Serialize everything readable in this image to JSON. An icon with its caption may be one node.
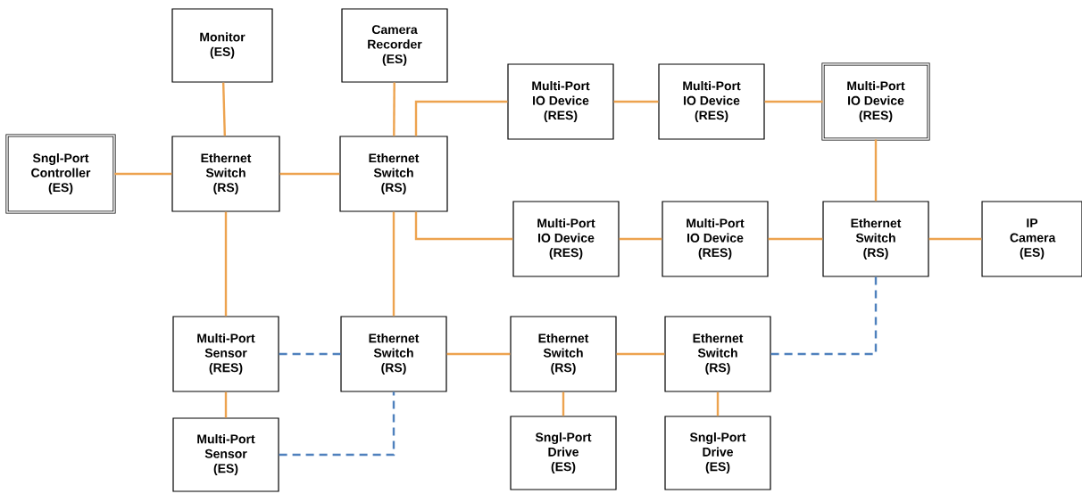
{
  "diagram": {
    "nodes": [
      {
        "text": [
          "Monitor",
          "(ES)"
        ]
      },
      {
        "text": [
          "Camera Recorder",
          "(ES)"
        ]
      },
      {
        "text": [
          "Multi-Port IO Device",
          "(RES)"
        ]
      },
      {
        "text": [
          "Multi-Port IO Device",
          "(RES)"
        ]
      },
      {
        "text": [
          "Multi-Port IO Device",
          "(RES)"
        ]
      },
      {
        "text": [
          "Sngl-Port Controller",
          "(ES)"
        ]
      },
      {
        "text": [
          "Ethernet Switch",
          "(RS)"
        ]
      },
      {
        "text": [
          "Ethernet Switch",
          "(RS)"
        ]
      },
      {
        "text": [
          "Multi-Port IO Device",
          "(RES)"
        ]
      },
      {
        "text": [
          "Multi-Port IO Device",
          "(RES)"
        ]
      },
      {
        "text": [
          "Ethernet Switch",
          "(RS)"
        ]
      },
      {
        "text": [
          "IP Camera",
          "(ES)"
        ]
      },
      {
        "text": [
          "Multi-Port Sensor",
          "(RES)"
        ]
      },
      {
        "text": [
          "Ethernet Switch",
          "(RS)"
        ]
      },
      {
        "text": [
          "Ethernet Switch",
          "(RS)"
        ]
      },
      {
        "text": [
          "Ethernet Switch",
          "(RS)"
        ]
      },
      {
        "text": [
          "Multi-Port Sensor",
          "(ES)"
        ]
      },
      {
        "text": [
          "Sngl-Port Drive",
          "(ES)"
        ]
      },
      {
        "text": [
          "Sngl-Port Drive",
          "(ES)"
        ]
      }
    ],
    "edges": [
      {
        "from": 0,
        "to": 6,
        "arrow": "none"
      },
      {
        "from": 5,
        "to": 6,
        "arrow": "none"
      },
      {
        "from": 6,
        "to": 7,
        "arrow": "none"
      },
      {
        "from": 1,
        "to": 7,
        "arrow": "none"
      },
      {
        "from": 7,
        "to": 2,
        "arrow": "none"
      },
      {
        "from": 2,
        "to": 3,
        "arrow": "none"
      },
      {
        "from": 3,
        "to": 4,
        "arrow": "none"
      },
      {
        "from": 4,
        "to": 10,
        "arrow": "none"
      },
      {
        "from": 7,
        "to": 8,
        "arrow": "none"
      },
      {
        "from": 8,
        "to": 9,
        "arrow": "none"
      },
      {
        "from": 9,
        "to": 10,
        "arrow": "none"
      },
      {
        "from": 10,
        "to": 11,
        "arrow": "none"
      },
      {
        "from": 6,
        "to": 12,
        "arrow": "none"
      },
      {
        "from": 7,
        "to": 13,
        "arrow": "none"
      },
      {
        "from": 12,
        "to": 16,
        "arrow": "none"
      },
      {
        "from": 13,
        "to": 14,
        "arrow": "none"
      },
      {
        "from": 14,
        "to": 15,
        "arrow": "none"
      },
      {
        "from": 14,
        "to": 17,
        "arrow": "none"
      },
      {
        "from": 15,
        "to": 18,
        "arrow": "none"
      },
      {
        "from": 12,
        "to": 13,
        "arrow": "none",
        "style": "dashed",
        "color": "#4f81bd"
      },
      {
        "from": 16,
        "to": 13,
        "arrow": "none",
        "style": "dashed",
        "color": "#4f81bd"
      },
      {
        "from": 15,
        "to": 10,
        "arrow": "none",
        "style": "dashed",
        "color": "#4f81bd"
      }
    ]
  }
}
